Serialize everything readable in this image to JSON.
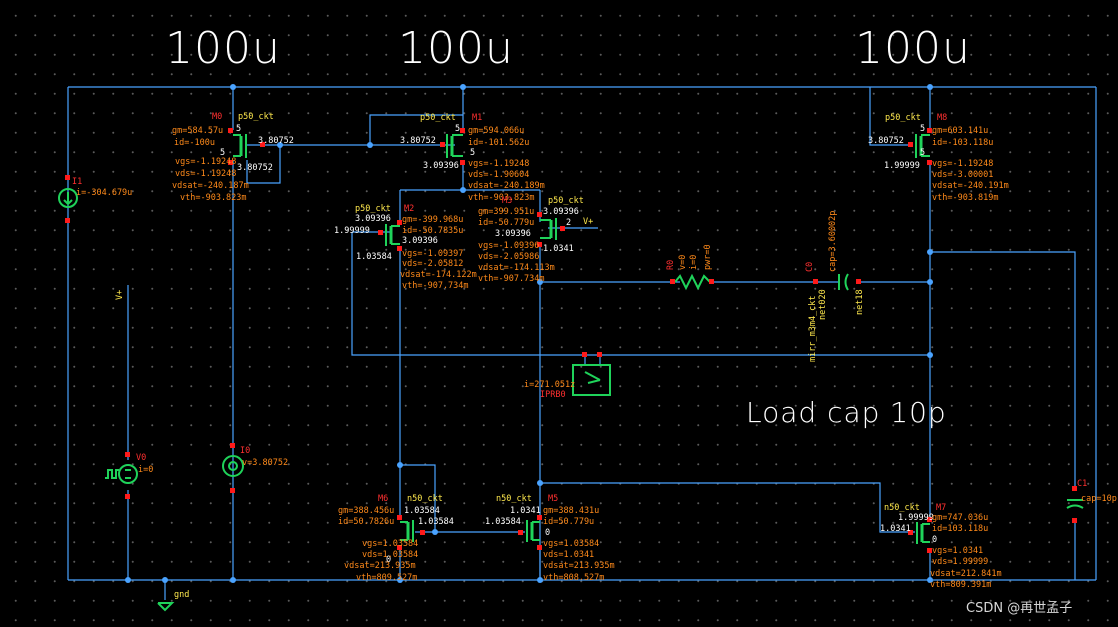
{
  "header": {
    "label_left": "100u",
    "label_mid": "100u",
    "label_right": "100u"
  },
  "note": "Load cap 10p",
  "watermark": "CSDN @再世孟子",
  "devices": {
    "M0": {
      "name": "M0",
      "model": "p50_ckt",
      "pin": "5",
      "gm": "gm=584.57u",
      "id": "id=-100u",
      "d": "5",
      "g": "3.80752",
      "s": "3.80752",
      "vgs": "vgs=-1.19248",
      "vds": "vds=-1.19248",
      "vdsat": "vdsat=-240.187m",
      "vth": "vth=-903.823m"
    },
    "M1": {
      "name": "M1",
      "model": "p50_ckt",
      "pin": "5",
      "gm": "gm=594.066u",
      "id": "id=-101.562u",
      "g": "3.80752",
      "d": "5",
      "s": "3.09396",
      "vgs": "vgs=-1.19248",
      "vds": "vds=-1.90604",
      "vdsat": "vdsat=-240.189m",
      "vth": "vth=-903.823m"
    },
    "M8": {
      "name": "M8",
      "model": "p50_ckt",
      "pin": "5",
      "gm": "gm=603.141u",
      "id": "id=-103.118u",
      "g": "3.80752",
      "d": "5",
      "s": "1.99999",
      "vgs": "vgs=-1.19248",
      "vds": "vds=-3.00001",
      "vdsat": "vdsat=-240.191m",
      "vth": "vth=-903.819m"
    },
    "M2": {
      "name": "M2",
      "model": "p50_ckt",
      "top": "3.09396",
      "gm": "gm=-399.968u",
      "id": "id=-50.7835u",
      "g": "1.99999",
      "s": "3.09396",
      "d": "1.03584",
      "vgs": "vgs=-1.09397",
      "vds": "vds=-2.05812",
      "vdsat": "vdsat=-174.122m",
      "vth": "vth=-907.734m"
    },
    "M3": {
      "name": "M3",
      "model": "p50_ckt",
      "top": "3.09396",
      "gm": "gm=399.951u",
      "id": "id=-50.779u",
      "g": "3.09396",
      "s": "2",
      "d": "1.0341",
      "vgs": "vgs=-1.09396",
      "vds": "vds=-2.05986",
      "vdsat": "vdsat=-174.113m",
      "vth": "vth=-907.734m"
    },
    "M6": {
      "name": "M6",
      "model": "n50_ckt",
      "d": "1.03584",
      "g": "1.03584",
      "s": "0",
      "gm": "gm=388.456u",
      "id": "id=50.7826u",
      "vgs": "vgs=1.03584",
      "vds": "vds=1.03584",
      "vdsat": "vdsat=213.935m",
      "vth": "vth=809.527m"
    },
    "M5": {
      "name": "M5",
      "model": "n50_ckt",
      "d": "1.0341",
      "g": "1.03584",
      "s": "0",
      "gm": "gm=388.431u",
      "id": "id=50.779u",
      "vgs": "vgs=1.03584",
      "vds": "vds=1.0341",
      "vdsat": "vdsat=213.935m",
      "vth": "vth=808.527m"
    },
    "M7": {
      "name": "M7",
      "model": "n50_ckt",
      "d": "1.99999",
      "g": "1.0341",
      "s": "0",
      "gm": "gm=747.036u",
      "id": "id=103.118u",
      "vgs": "vgs=1.0341",
      "vds": "vds=1.99999",
      "vdsat": "vdsat=212.841m",
      "vth": "vth=809.391m"
    }
  },
  "sources": {
    "I1": {
      "name": "I1",
      "value": "i=-304.679u"
    },
    "I0": {
      "name": "I0",
      "value": "v=3.80752"
    },
    "V0": {
      "name": "V0",
      "value": "i=0"
    },
    "IPRB0": {
      "name": "IPRB0",
      "value": "i=271.051z"
    }
  },
  "passives": {
    "R0": {
      "name": "R0",
      "v": "v=0",
      "i": "i=0",
      "pwr": "pwr=0"
    },
    "C0": {
      "name": "C0",
      "value": "cap=3.60002p"
    },
    "C1": {
      "name": "C1",
      "value": "cap=10p"
    }
  },
  "nets": {
    "vplus_top": "V+",
    "vplus_left": "V+",
    "gnd": "gnd",
    "net18": "net18",
    "net020": "net020",
    "mirr": "mirr_m3m4_ckt"
  }
}
